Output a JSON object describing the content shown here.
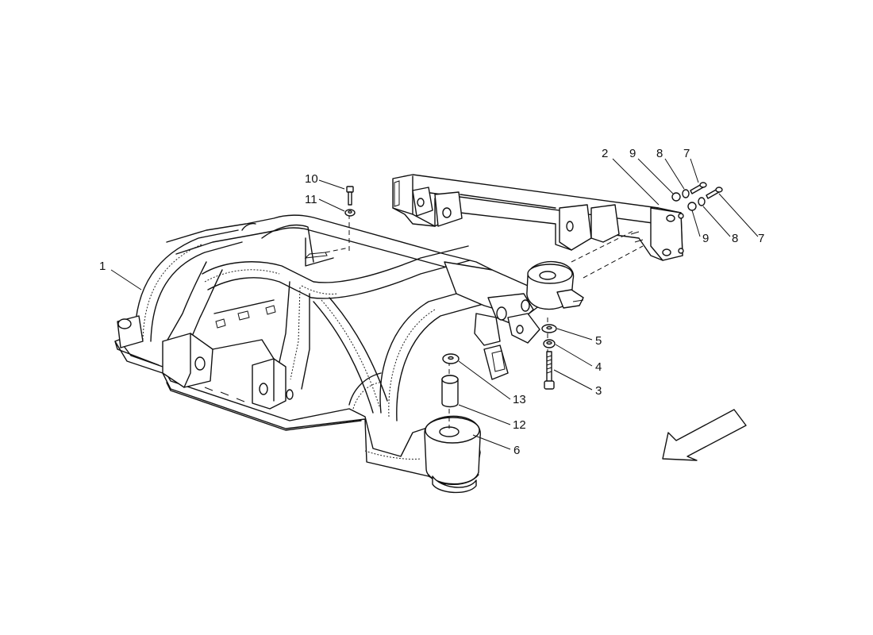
{
  "callouts": [
    {
      "id": "c1",
      "label": "1"
    },
    {
      "id": "c2",
      "label": "2"
    },
    {
      "id": "c3",
      "label": "3"
    },
    {
      "id": "c4",
      "label": "4"
    },
    {
      "id": "c5",
      "label": "5"
    },
    {
      "id": "c6",
      "label": "6"
    },
    {
      "id": "c7a",
      "label": "7"
    },
    {
      "id": "c7b",
      "label": "7"
    },
    {
      "id": "c8a",
      "label": "8"
    },
    {
      "id": "c8b",
      "label": "8"
    },
    {
      "id": "c9a",
      "label": "9"
    },
    {
      "id": "c9b",
      "label": "9"
    },
    {
      "id": "c10",
      "label": "10"
    },
    {
      "id": "c11",
      "label": "11"
    },
    {
      "id": "c12",
      "label": "12"
    },
    {
      "id": "c13",
      "label": "13"
    }
  ],
  "icons": {
    "direction_arrow": "arrow-down-left-icon"
  }
}
